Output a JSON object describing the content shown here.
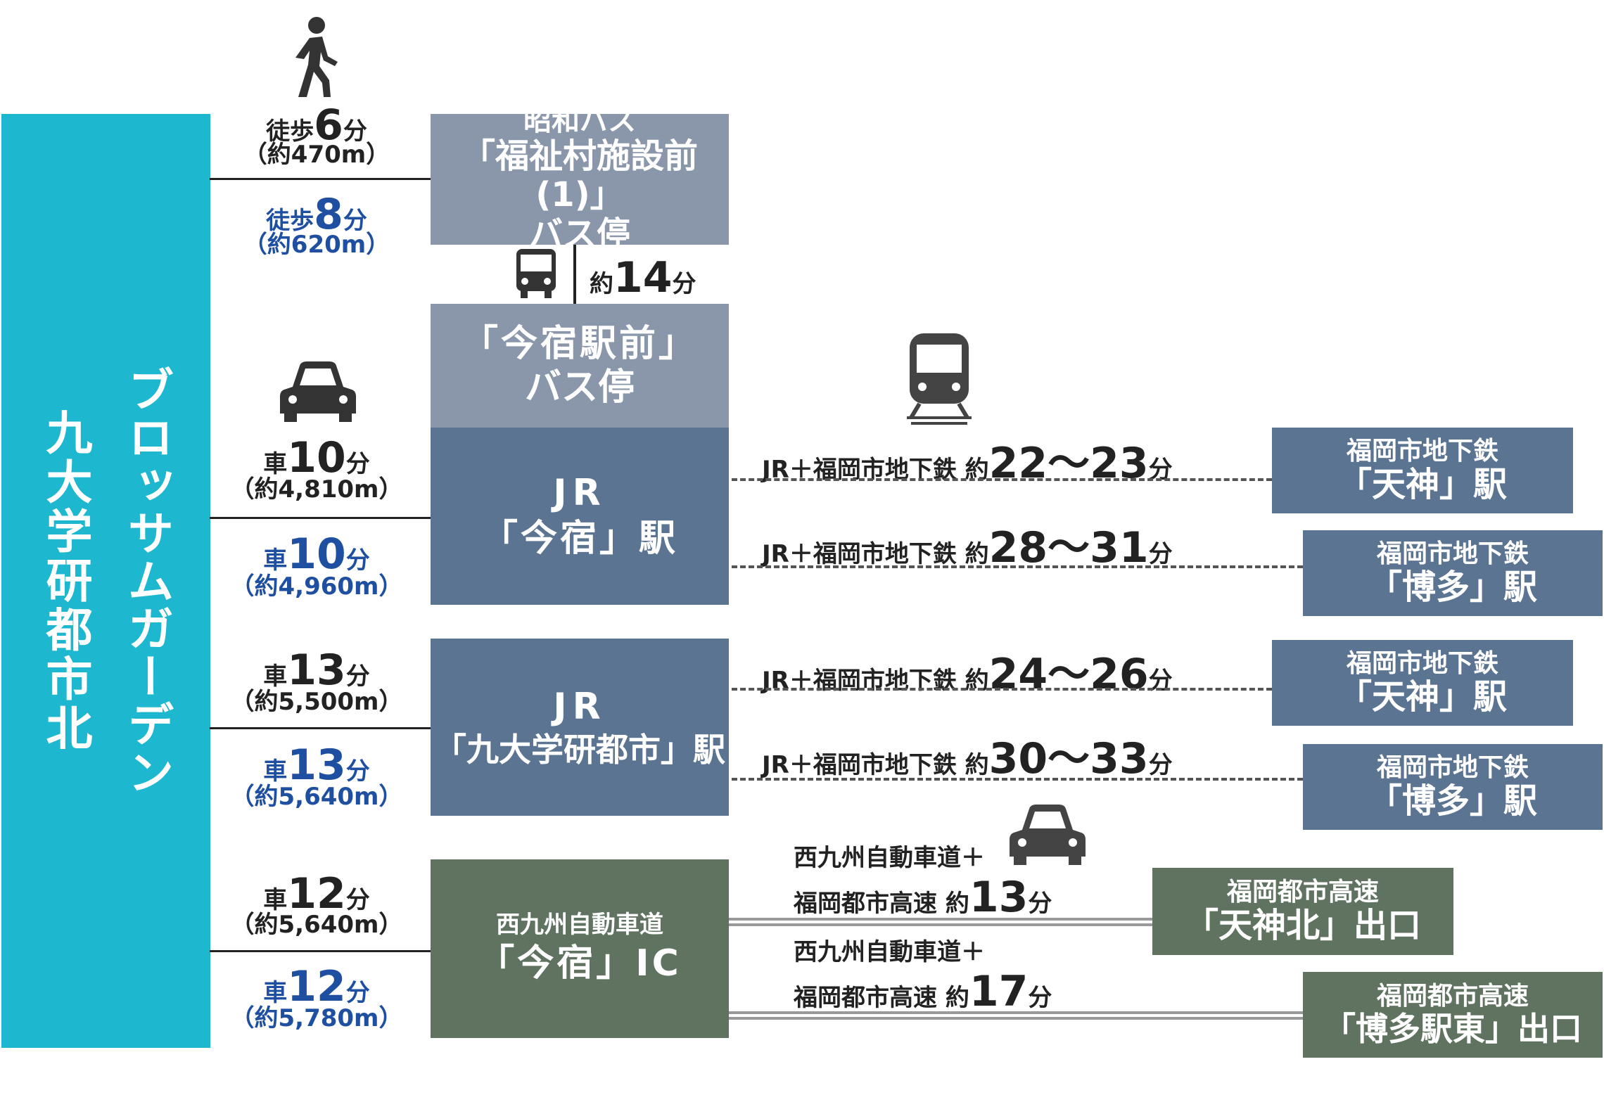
{
  "property": {
    "name_line1": "ブロッサムガーデン",
    "name_line2": "九大学研都市北"
  },
  "colors": {
    "cyan": "#1db8d0",
    "bus_box": "#8a96aa",
    "jr_box": "#5b7492",
    "ic_box": "#5f7360",
    "blue_text": "#1f4fa0"
  },
  "walk": {
    "icon": "walking-person-icon",
    "a_prefix": "徒歩",
    "a_num": "6",
    "a_unit": "分",
    "a_dist": "（約470m）",
    "b_prefix": "徒歩",
    "b_num": "8",
    "b_unit": "分",
    "b_dist": "（約620m）"
  },
  "bus_stop1": {
    "line1": "昭和バス",
    "line2": "「福祉村施設前(1)」",
    "line3": "バス停"
  },
  "bus_ride": {
    "icon": "bus-icon",
    "prefix": "約",
    "num": "14",
    "unit": "分"
  },
  "bus_stop2": {
    "line1": "「今宿駅前」",
    "line2": "バス停"
  },
  "car1": {
    "icon": "car-icon",
    "a_prefix": "車",
    "a_num": "10",
    "a_unit": "分",
    "a_dist": "（約4,810m）",
    "b_prefix": "車",
    "b_num": "10",
    "b_unit": "分",
    "b_dist": "（約4,960m）"
  },
  "jr_imajuku": {
    "line1": "JR",
    "line2": "「今宿」駅"
  },
  "train_icon": "train-icon",
  "route1": {
    "label": "JR＋福岡市地下鉄 約",
    "num": "22〜23",
    "unit": "分"
  },
  "route2": {
    "label": "JR＋福岡市地下鉄 約",
    "num": "28〜31",
    "unit": "分"
  },
  "dest_tenjin1": {
    "line1": "福岡市地下鉄",
    "line2": "「天神」駅"
  },
  "dest_hakata1": {
    "line1": "福岡市地下鉄",
    "line2": "「博多」駅"
  },
  "car2": {
    "a_prefix": "車",
    "a_num": "13",
    "a_unit": "分",
    "a_dist": "（約5,500m）",
    "b_prefix": "車",
    "b_num": "13",
    "b_unit": "分",
    "b_dist": "（約5,640m）"
  },
  "jr_kyudai": {
    "line1": "JR",
    "line2": "「九大学研都市」駅"
  },
  "route3": {
    "label": "JR＋福岡市地下鉄 約",
    "num": "24〜26",
    "unit": "分"
  },
  "route4": {
    "label": "JR＋福岡市地下鉄 約",
    "num": "30〜33",
    "unit": "分"
  },
  "dest_tenjin2": {
    "line1": "福岡市地下鉄",
    "line2": "「天神」駅"
  },
  "dest_hakata2": {
    "line1": "福岡市地下鉄",
    "line2": "「博多」駅"
  },
  "car3": {
    "a_prefix": "車",
    "a_num": "12",
    "a_unit": "分",
    "a_dist": "（約5,640m）",
    "b_prefix": "車",
    "b_num": "12",
    "b_unit": "分",
    "b_dist": "（約5,780m）"
  },
  "ic_imajuku": {
    "line1": "西九州自動車道",
    "line2": "「今宿」IC"
  },
  "route5": {
    "line1": "西九州自動車道＋",
    "label": "福岡都市高速 約",
    "num": "13",
    "unit": "分"
  },
  "route6": {
    "line1": "西九州自動車道＋",
    "label": "福岡都市高速 約",
    "num": "17",
    "unit": "分"
  },
  "dest_tenjinkita": {
    "line1": "福岡都市高速",
    "line2": "「天神北」出口"
  },
  "dest_hakataeki": {
    "line1": "福岡都市高速",
    "line2": "「博多駅東」出口"
  }
}
